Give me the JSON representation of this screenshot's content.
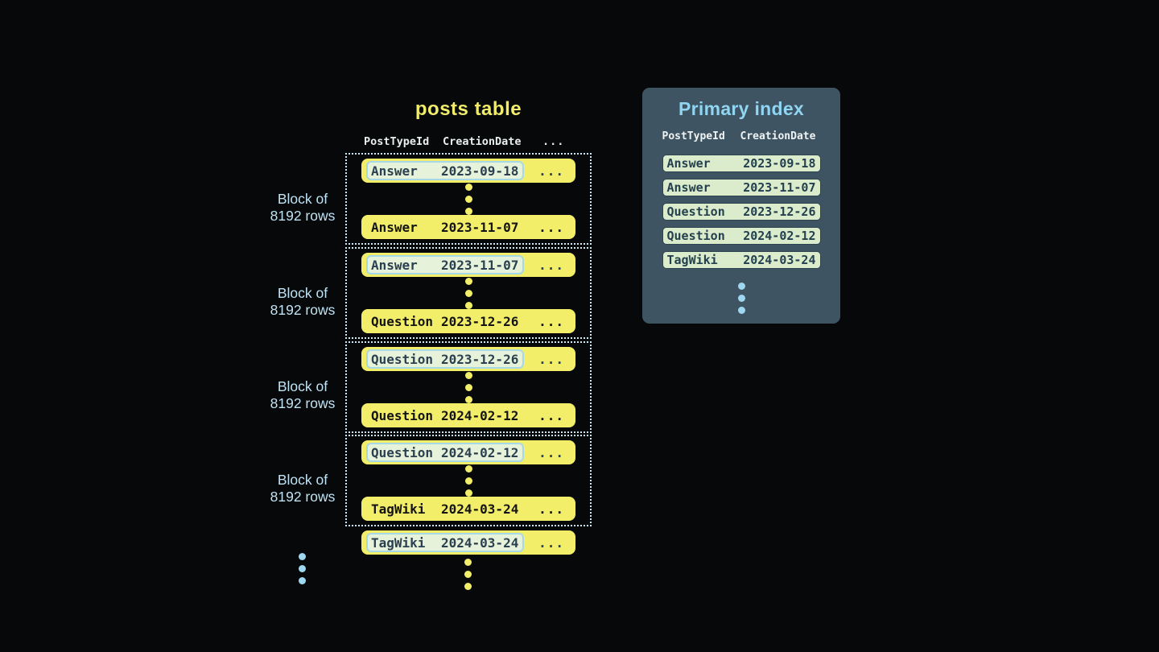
{
  "posts_table": {
    "title": "posts table",
    "headers": {
      "col1": "PostTypeId",
      "col2": "CreationDate",
      "col3": "..."
    },
    "block_label": {
      "line1": "Block of",
      "line2": "8192 rows"
    },
    "ellipsis": "...",
    "blocks": [
      {
        "first": {
          "type": "Answer",
          "date": "2023-09-18"
        },
        "last": {
          "type": "Answer",
          "date": "2023-11-07"
        }
      },
      {
        "first": {
          "type": "Answer",
          "date": "2023-11-07"
        },
        "last": {
          "type": "Question",
          "date": "2023-12-26"
        }
      },
      {
        "first": {
          "type": "Question",
          "date": "2023-12-26"
        },
        "last": {
          "type": "Question",
          "date": "2024-02-12"
        }
      },
      {
        "first": {
          "type": "Question",
          "date": "2024-02-12"
        },
        "last": {
          "type": "TagWiki",
          "date": "2024-03-24"
        }
      }
    ],
    "overflow_row": {
      "type": "TagWiki",
      "date": "2024-03-24"
    }
  },
  "primary_index": {
    "title": "Primary index",
    "headers": {
      "col1": "PostTypeId",
      "col2": "CreationDate"
    },
    "rows": [
      {
        "type": "Answer",
        "date": "2023-09-18"
      },
      {
        "type": "Answer",
        "date": "2023-11-07"
      },
      {
        "type": "Question",
        "date": "2023-12-26"
      },
      {
        "type": "Question",
        "date": "2024-02-12"
      },
      {
        "type": "TagWiki",
        "date": "2024-03-24"
      }
    ]
  },
  "colors": {
    "background": "#060809",
    "title-yellow": "#f1ec6b",
    "row-yellow": "#f2ee69",
    "hl-bg": "#e7f2da",
    "hl-border": "#a6d9e8",
    "hl-text": "#2b4050",
    "block-border": "#cde9f5",
    "label-blue": "#bfe2f4",
    "header-text": "#e8edee",
    "panel-bg": "#3f5462",
    "panel-title": "#90d5f2",
    "index-row-bg": "#daeccb",
    "index-row-border": "#2e4451",
    "index-row-text": "#24404f",
    "dot-yellow": "#f2ee69",
    "dot-blue": "#9ed7f0"
  }
}
